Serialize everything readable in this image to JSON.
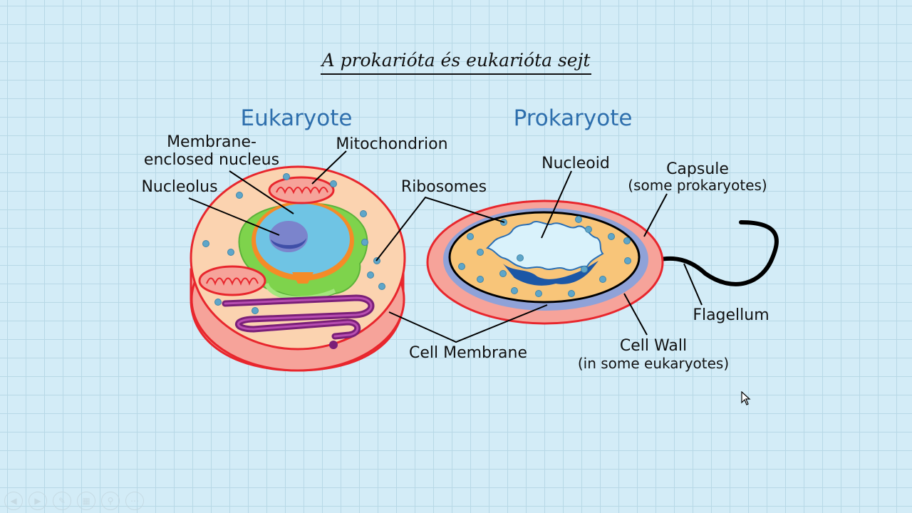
{
  "title": "A prokarióta és eukarióta sejt",
  "headings": {
    "eukaryote": "Eukaryote",
    "prokaryote": "Prokaryote"
  },
  "labels": {
    "membrane_nucleus_line1": "Membrane-",
    "membrane_nucleus_line2": "enclosed nucleus",
    "mitochondrion": "Mitochondrion",
    "nucleolus": "Nucleolus",
    "ribosomes": "Ribosomes",
    "nucleoid": "Nucleoid",
    "capsule_line1": "Capsule",
    "capsule_line2": "(some prokaryotes)",
    "flagellum": "Flagellum",
    "cell_membrane": "Cell Membrane",
    "cell_wall_line1": "Cell Wall",
    "cell_wall_line2": "(in some eukaryotes)"
  },
  "colors": {
    "heading_blue": "#2e6fad",
    "cell_red": "#e8262d",
    "membrane_fill": "#f6a39a",
    "cytoplasm": "#fbd3b0",
    "nucleus_fill": "#6fc4e4",
    "nucleolus_fill": "#7b84cc",
    "er_green": "#7ed34c",
    "er_purple": "#7a1f78",
    "ribosome": "#5fa6c9",
    "prokaryote_cytoplasm": "#f8c579",
    "cell_wall_fill": "#8fa2d8",
    "nucleoid_fill": "#d9f2fb",
    "nucleoid_dark": "#1c57a6"
  },
  "toolbar": {
    "icons": [
      "prev-icon",
      "next-icon",
      "pen-icon",
      "slides-icon",
      "zoom-icon",
      "more-icon"
    ]
  }
}
